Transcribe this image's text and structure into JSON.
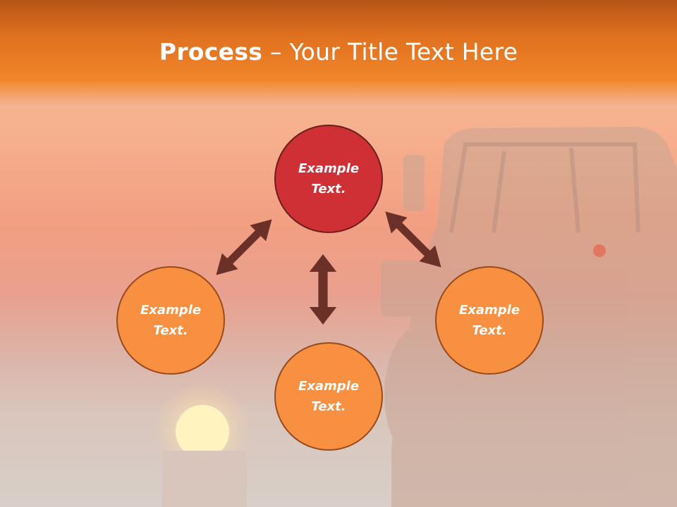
{
  "title": {
    "bold": "Process",
    "rest": " – Your Title Text Here"
  },
  "nodes": {
    "top": "Example\nText.",
    "left": "Example\nText.",
    "right": "Example\nText.",
    "bottom": "Example\nText."
  },
  "colors": {
    "header_orange": "#f0852a",
    "top_node_fill": "#cf3036",
    "node_fill": "#f79040",
    "arrow": "#6b3028"
  }
}
